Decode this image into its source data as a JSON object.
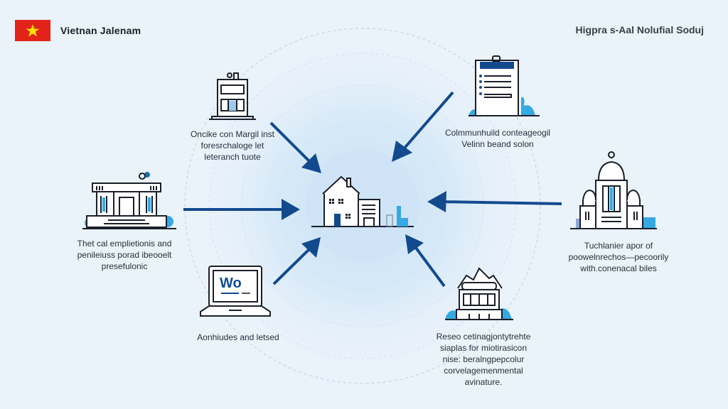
{
  "header": {
    "brand_title": "Vietnan Jalenam",
    "right_title": "Higpra s-Aal Nolufial Soduj"
  },
  "center": {
    "icon": "house-with-buildings-icon"
  },
  "nodes": [
    {
      "id": "top-left",
      "icon": "storefront-building-icon",
      "lines": [
        "Oncike con Margil inst",
        "foresrchaloge let",
        "leteranch tuote"
      ]
    },
    {
      "id": "top-right",
      "icon": "clipboard-checklist-icon",
      "lines": [
        "Colmmunhuild conteageogil",
        "Velinn beand solon"
      ]
    },
    {
      "id": "middle-left",
      "icon": "government-building-icon",
      "lines": [
        "Thet cal emplietionis and",
        "penileiuss porad ibeooelt",
        "presefulonic"
      ]
    },
    {
      "id": "middle-right",
      "icon": "domed-capitol-icon",
      "lines": [
        "Tuchlanier apor of",
        "poowelnrechos—pecoorily",
        "with.conenacal biles"
      ]
    },
    {
      "id": "bottom-left",
      "icon": "laptop-icon",
      "laptop_screen_text": "Wo",
      "lines": [
        "Aonhiudes and letsed"
      ]
    },
    {
      "id": "bottom-right",
      "icon": "house-building-icon",
      "lines": [
        "Reseo cetinagjontytrehte",
        "siaplas for miotirasicon",
        "nise: beralngpepcolur",
        "corvelagemenmental",
        "avinature."
      ]
    }
  ],
  "colors": {
    "arrow": "#134a8e",
    "accent": "#35a9e1",
    "flag_red": "#e2231a",
    "flag_star": "#ffde00",
    "background": "#eaf2fa"
  }
}
